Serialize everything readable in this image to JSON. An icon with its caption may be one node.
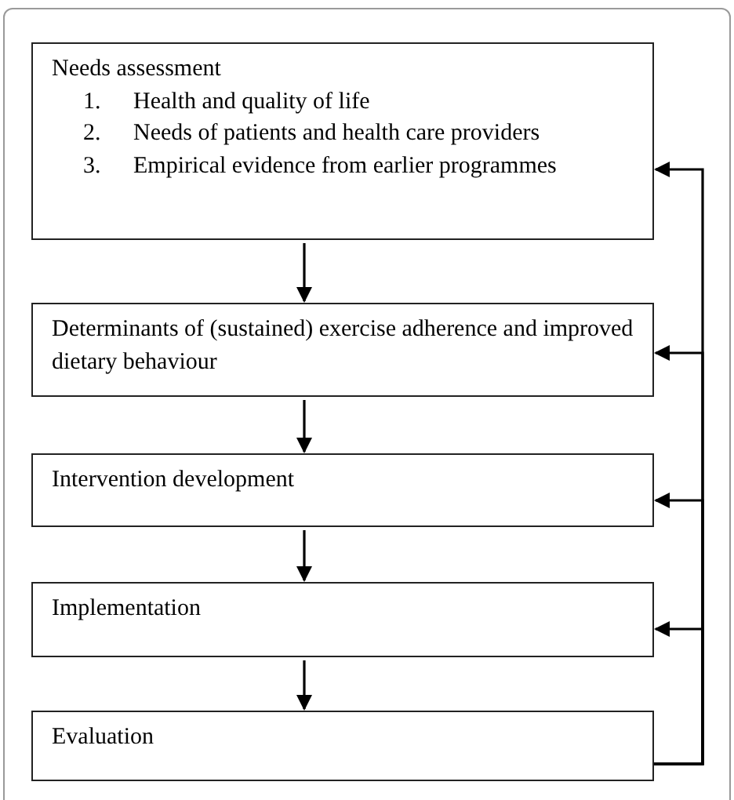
{
  "diagram": {
    "nodes": [
      {
        "text": [
          "Needs assessment",
          "1. Health and quality of life",
          "2. Needs of patients and health care providers",
          "3. Empirical evidence from earlier programmes"
        ]
      },
      {
        "text": [
          "Determinants of (sustained) exercise adherence and improved dietary behaviour"
        ]
      },
      {
        "text": [
          "Intervention development"
        ]
      },
      {
        "text": [
          "Implementation"
        ]
      },
      {
        "text": [
          "Evaluation"
        ]
      }
    ],
    "edges": [
      {
        "from": 0,
        "to": 1,
        "arrow": "to"
      },
      {
        "from": 1,
        "to": 2,
        "arrow": "to"
      },
      {
        "from": 2,
        "to": 3,
        "arrow": "to"
      },
      {
        "from": 3,
        "to": 4,
        "arrow": "to"
      },
      {
        "from": 4,
        "to": 0,
        "arrow": "to"
      },
      {
        "from": 4,
        "to": 1,
        "arrow": "to"
      },
      {
        "from": 4,
        "to": 2,
        "arrow": "to"
      },
      {
        "from": 4,
        "to": 3,
        "arrow": "to"
      }
    ]
  }
}
